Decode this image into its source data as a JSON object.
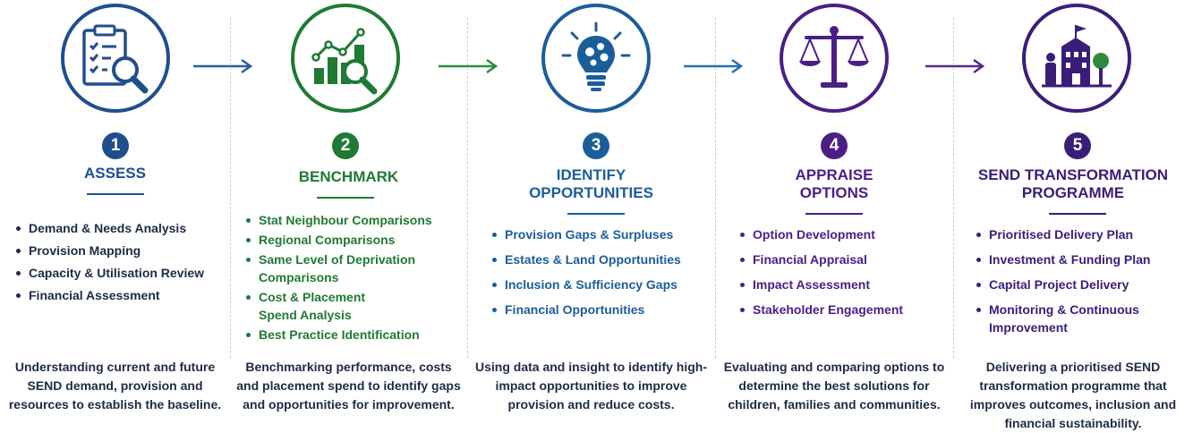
{
  "colors": {
    "stage1": "#1f4e8f",
    "stage2": "#1f7a33",
    "stage3": "#1b5d9a",
    "stage4": "#4a1e86",
    "stage5": "#3a1d78",
    "text": "#1d2b45"
  },
  "stages": [
    {
      "number": "1",
      "title_lines": [
        "ASSESS"
      ],
      "icon": "clipboard-magnifier-icon",
      "bullets": [
        "Demand & Needs Analysis",
        "Provision Mapping",
        "Capacity & Utilisation Review",
        "Financial Assessment"
      ],
      "description": "Understanding current and future SEND demand, provision and resources to establish the baseline."
    },
    {
      "number": "2",
      "title_lines": [
        "BENCHMARK"
      ],
      "icon": "bar-chart-magnifier-icon",
      "bullets": [
        "Stat Neighbour Comparisons",
        "Regional Comparisons",
        "Same Level of Deprivation Comparisons",
        "Cost & Placement Spend Analysis",
        "Best Practice Identification"
      ],
      "description": "Benchmarking performance, costs and placement spend to identify gaps and opportunities for improvement."
    },
    {
      "number": "3",
      "title_lines": [
        "IDENTIFY",
        "OPPORTUNITIES"
      ],
      "icon": "lightbulb-icon",
      "bullets": [
        "Provision Gaps & Surpluses",
        "Estates & Land Opportunities",
        "Inclusion & Sufficiency Gaps",
        "Financial Opportunities"
      ],
      "description": "Using data and insight to identify high-impact opportunities to improve provision and reduce costs."
    },
    {
      "number": "4",
      "title_lines": [
        "APPRAISE",
        "OPTIONS"
      ],
      "icon": "scales-icon",
      "bullets": [
        "Option Development",
        "Financial Appraisal",
        "Impact Assessment",
        "Stakeholder Engagement"
      ],
      "description": "Evaluating and comparing options to determine the best solutions for children, families and communities."
    },
    {
      "number": "5",
      "title_lines": [
        "SEND TRANSFORMATION",
        "PROGRAMME"
      ],
      "icon": "school-community-icon",
      "bullets": [
        "Prioritised Delivery Plan",
        "Investment & Funding Plan",
        "Capital Project Delivery",
        "Monitoring & Continuous Improvement"
      ],
      "description": "Delivering a prioritised SEND transformation programme that improves outcomes, inclusion and financial sustainability."
    }
  ]
}
